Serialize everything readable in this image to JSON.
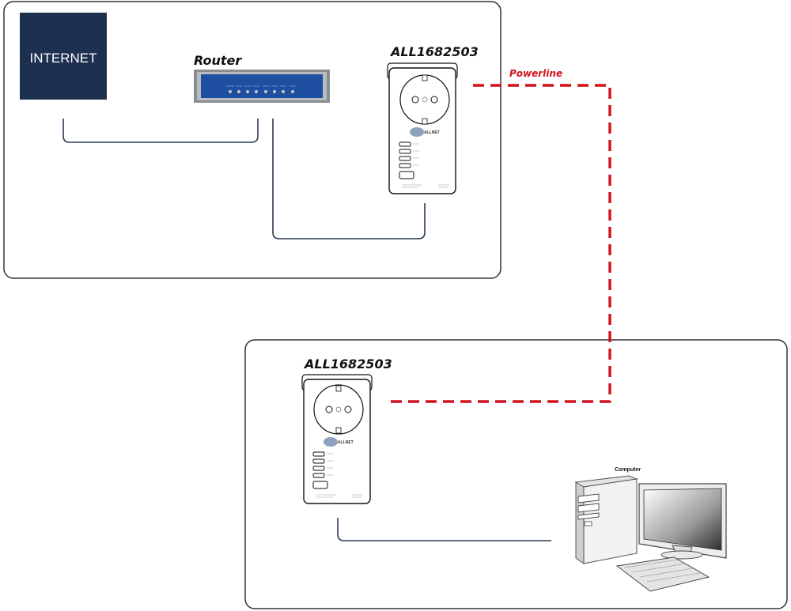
{
  "diagram": {
    "internet": {
      "label": "INTERNET",
      "fill": "#1e3050"
    },
    "router": {
      "label": "Router",
      "body_color": "#1f4fa0"
    },
    "adapter_top": {
      "label": "ALL1682503",
      "brand": "ALLNET"
    },
    "adapter_bottom": {
      "label": "ALL1682503",
      "brand": "ALLNET"
    },
    "powerline": {
      "label": "Powerline",
      "color": "#d0121b"
    },
    "computer": {
      "label": "Computer"
    },
    "cable_color": "#2b3a55"
  }
}
